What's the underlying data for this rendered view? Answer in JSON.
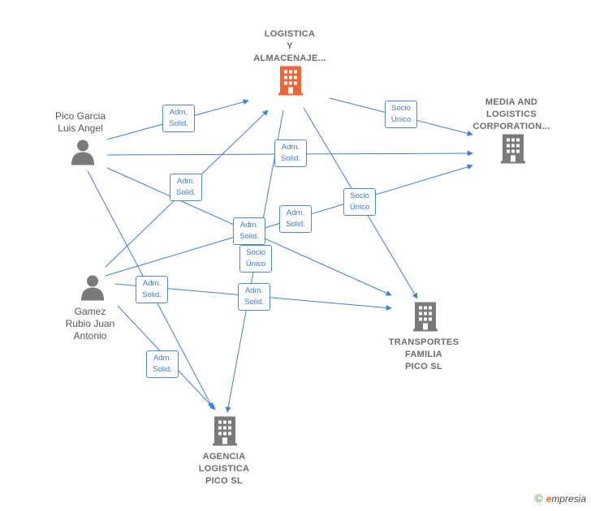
{
  "colors": {
    "edge": "#3d7fd5",
    "main_company": "#f0643a",
    "company": "#7a7a7a",
    "person": "#7a7a7a"
  },
  "nodes": {
    "logistica": {
      "label": "LOGISTICA\nY\nALMACENAJE...",
      "icon": "building-icon",
      "role": "main"
    },
    "media": {
      "label": "MEDIA AND\nLOGISTICS\nCORPORATION...",
      "icon": "building-icon"
    },
    "transportes": {
      "label": "TRANSPORTES\nFAMILIA\nPICO  SL",
      "icon": "building-icon"
    },
    "agencia": {
      "label": "AGENCIA\nLOGISTICA\nPICO  SL",
      "icon": "building-icon"
    },
    "pico": {
      "label": "Pico Garcia\nLuis Angel",
      "icon": "person-icon"
    },
    "gamez": {
      "label": "Gamez\nRubio Juan\nAntonio",
      "icon": "person-icon"
    }
  },
  "edge_labels": {
    "adm_solid": "Adm.\nSolid.",
    "socio_unico": "Socio\nÚnico"
  },
  "footer": {
    "copyright": "©",
    "brand_e": "e",
    "brand_rest": "mpresia"
  }
}
